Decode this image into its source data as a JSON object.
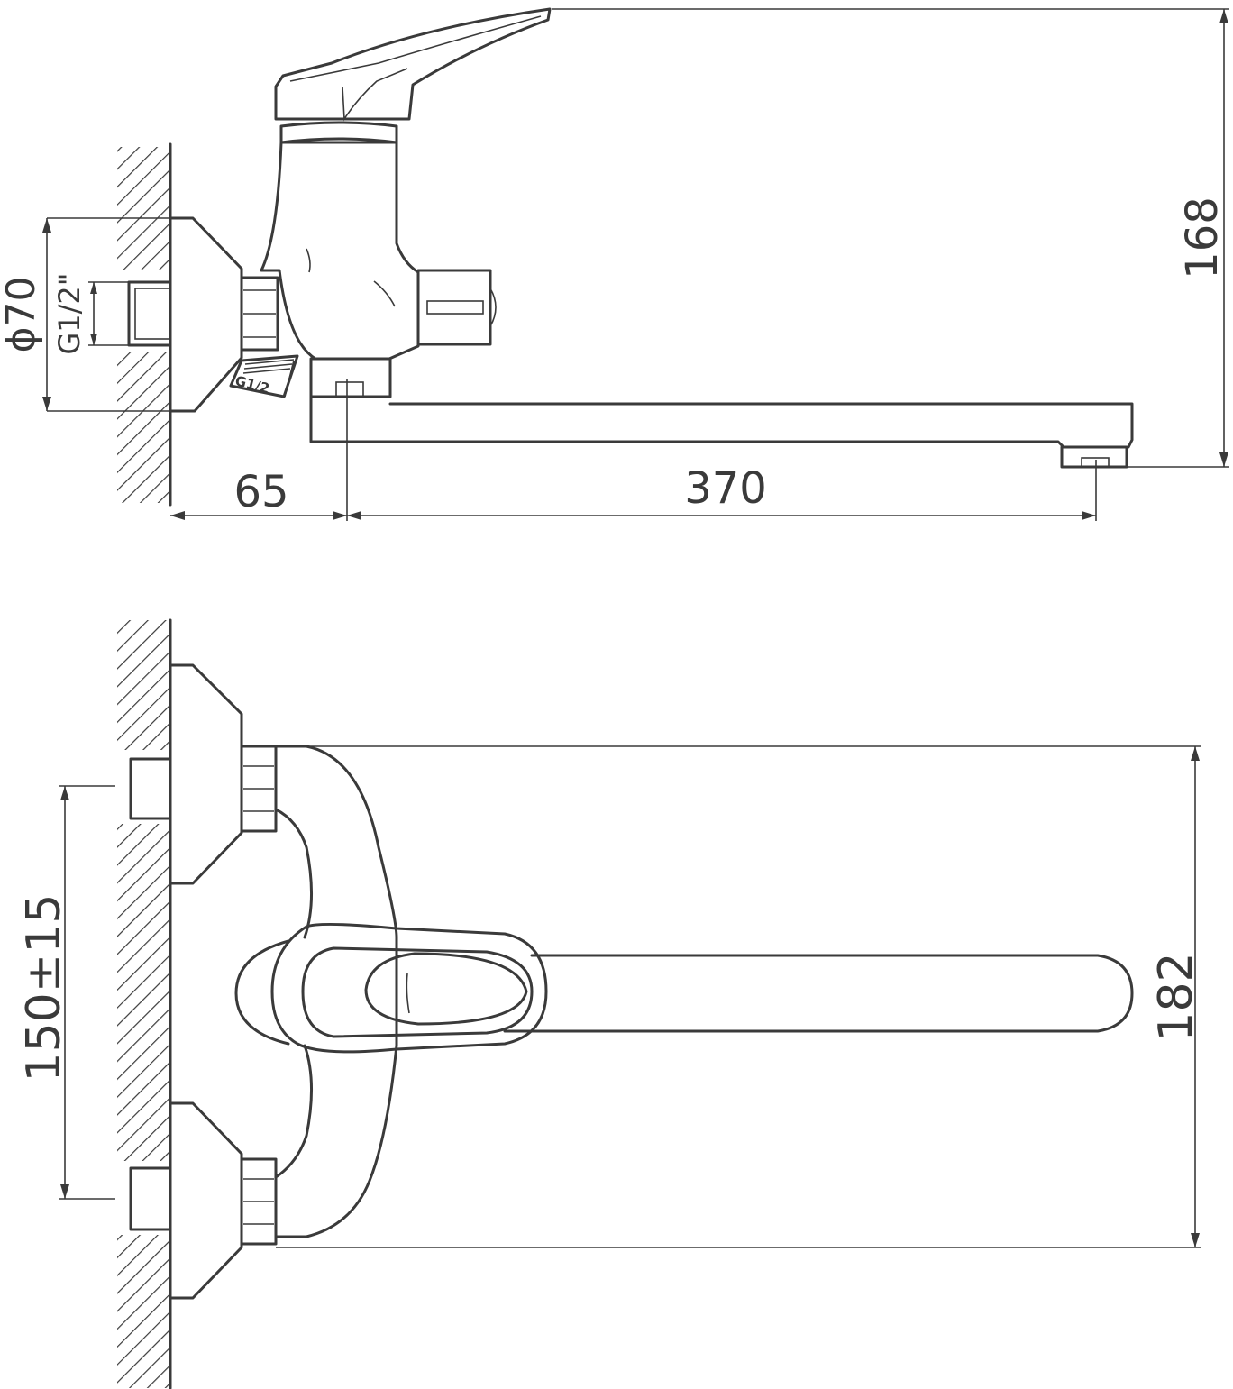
{
  "dimensions": {
    "thread_main": "G1/2\"",
    "thread_outlet": "G1/2",
    "diameter": "ϕ70",
    "offset": "65",
    "spout_length": "370",
    "height": "168",
    "spacing": "150±15",
    "total_width": "182"
  },
  "colors": {
    "line": "#3a3a3a",
    "background": "#ffffff"
  }
}
